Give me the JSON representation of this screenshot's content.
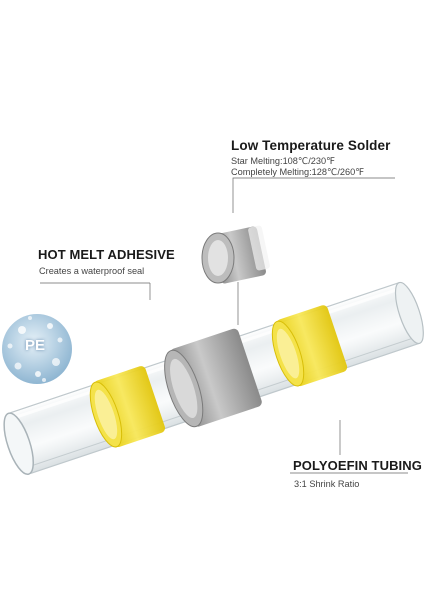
{
  "solder": {
    "title": "Low Temperature Solder",
    "line1": "Star Melting:108℃/230℉",
    "line2": "Completely Melting:128℃/260℉"
  },
  "adhesive": {
    "title": "HOT MELT ADHESIVE",
    "description": "Creates a waterproof seal"
  },
  "pe_badge": "PE",
  "tubing": {
    "title": "POLYOEFIN TUBING",
    "description": "3:1 Shrink Ratio"
  },
  "colors": {
    "adhesive_yellow": "#f2dc28",
    "solder_gray": "#a5a5a5",
    "tube_clear": "#e6ecee",
    "pe_blue": "#9fc3dc"
  }
}
